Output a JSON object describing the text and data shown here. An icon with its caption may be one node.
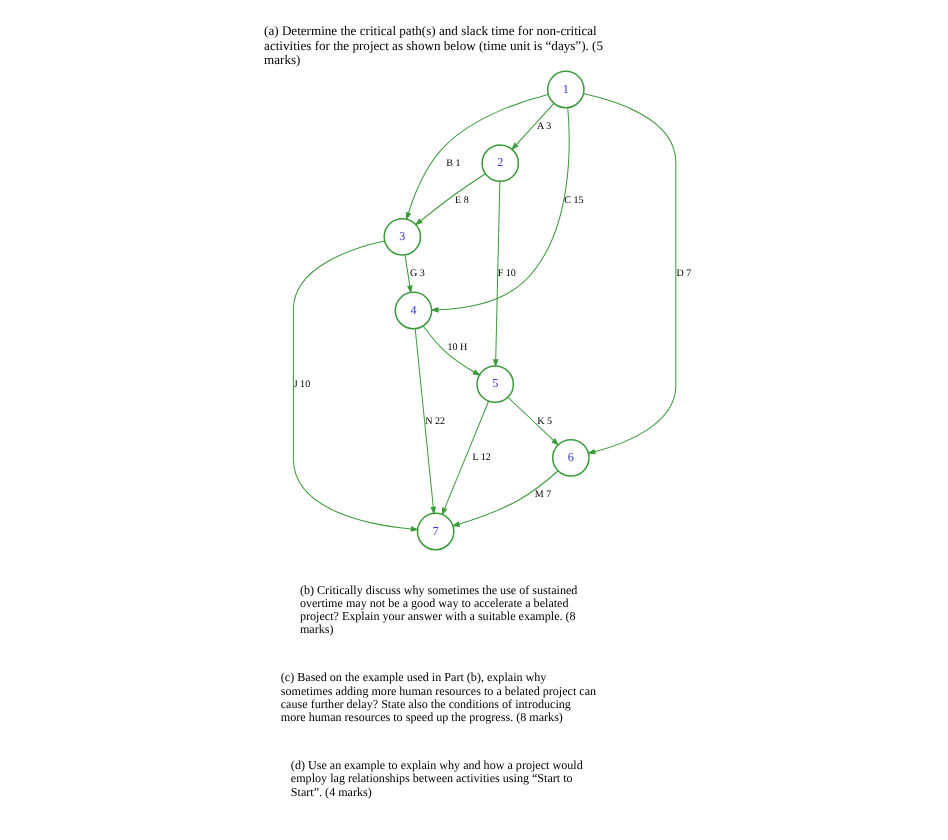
{
  "diagram": {
    "title": "(a) Determine the critical path(s) and slack time for non-critical activities for the project as shown below (time unit is “days”). (5 marks)",
    "nodes": [
      {
        "text": [
          "1"
        ]
      },
      {
        "text": [
          "2"
        ]
      },
      {
        "text": [
          "3"
        ]
      },
      {
        "text": [
          "4"
        ]
      },
      {
        "text": [
          "5"
        ]
      },
      {
        "text": [
          "6"
        ]
      },
      {
        "text": [
          "7"
        ]
      }
    ],
    "edges": [
      {
        "from": 0,
        "to": 1,
        "arrow": "to",
        "label": "A 3"
      },
      {
        "from": 0,
        "to": 2,
        "arrow": "to",
        "label": "B 1"
      },
      {
        "from": 0,
        "to": 3,
        "arrow": "to",
        "label": "C 15"
      },
      {
        "from": 0,
        "to": 5,
        "arrow": "to",
        "label": "D 7"
      },
      {
        "from": 1,
        "to": 2,
        "arrow": "to",
        "label": "E 8"
      },
      {
        "from": 1,
        "to": 4,
        "arrow": "to",
        "label": "F 10"
      },
      {
        "from": 2,
        "to": 3,
        "arrow": "to",
        "label": "G 3"
      },
      {
        "from": 3,
        "to": 4,
        "arrow": "to",
        "label": "10 H"
      },
      {
        "from": 2,
        "to": 6,
        "arrow": "to",
        "label": "J 10"
      },
      {
        "from": 3,
        "to": 6,
        "arrow": "to",
        "label": "N 22"
      },
      {
        "from": 4,
        "to": 6,
        "arrow": "to",
        "label": "L 12"
      },
      {
        "from": 4,
        "to": 5,
        "arrow": "to",
        "label": "K 5"
      },
      {
        "from": 5,
        "to": 6,
        "arrow": "to",
        "label": "M 7"
      }
    ],
    "labels": [
      "(b) Critically discuss why sometimes the use of sustained overtime may not be a good way to accelerate a belated project? Explain your answer with a suitable example. (8 marks)",
      "(c) Based on the example used in Part (b), explain why sometimes adding more human resources to a belated project can cause further delay? State also the conditions of introducing more human resources to speed up the progress. (8 marks)",
      "(d) Use an example to explain why and how a project would employ lag relationships between activities using “Start to Start”. (4 marks)"
    ]
  }
}
